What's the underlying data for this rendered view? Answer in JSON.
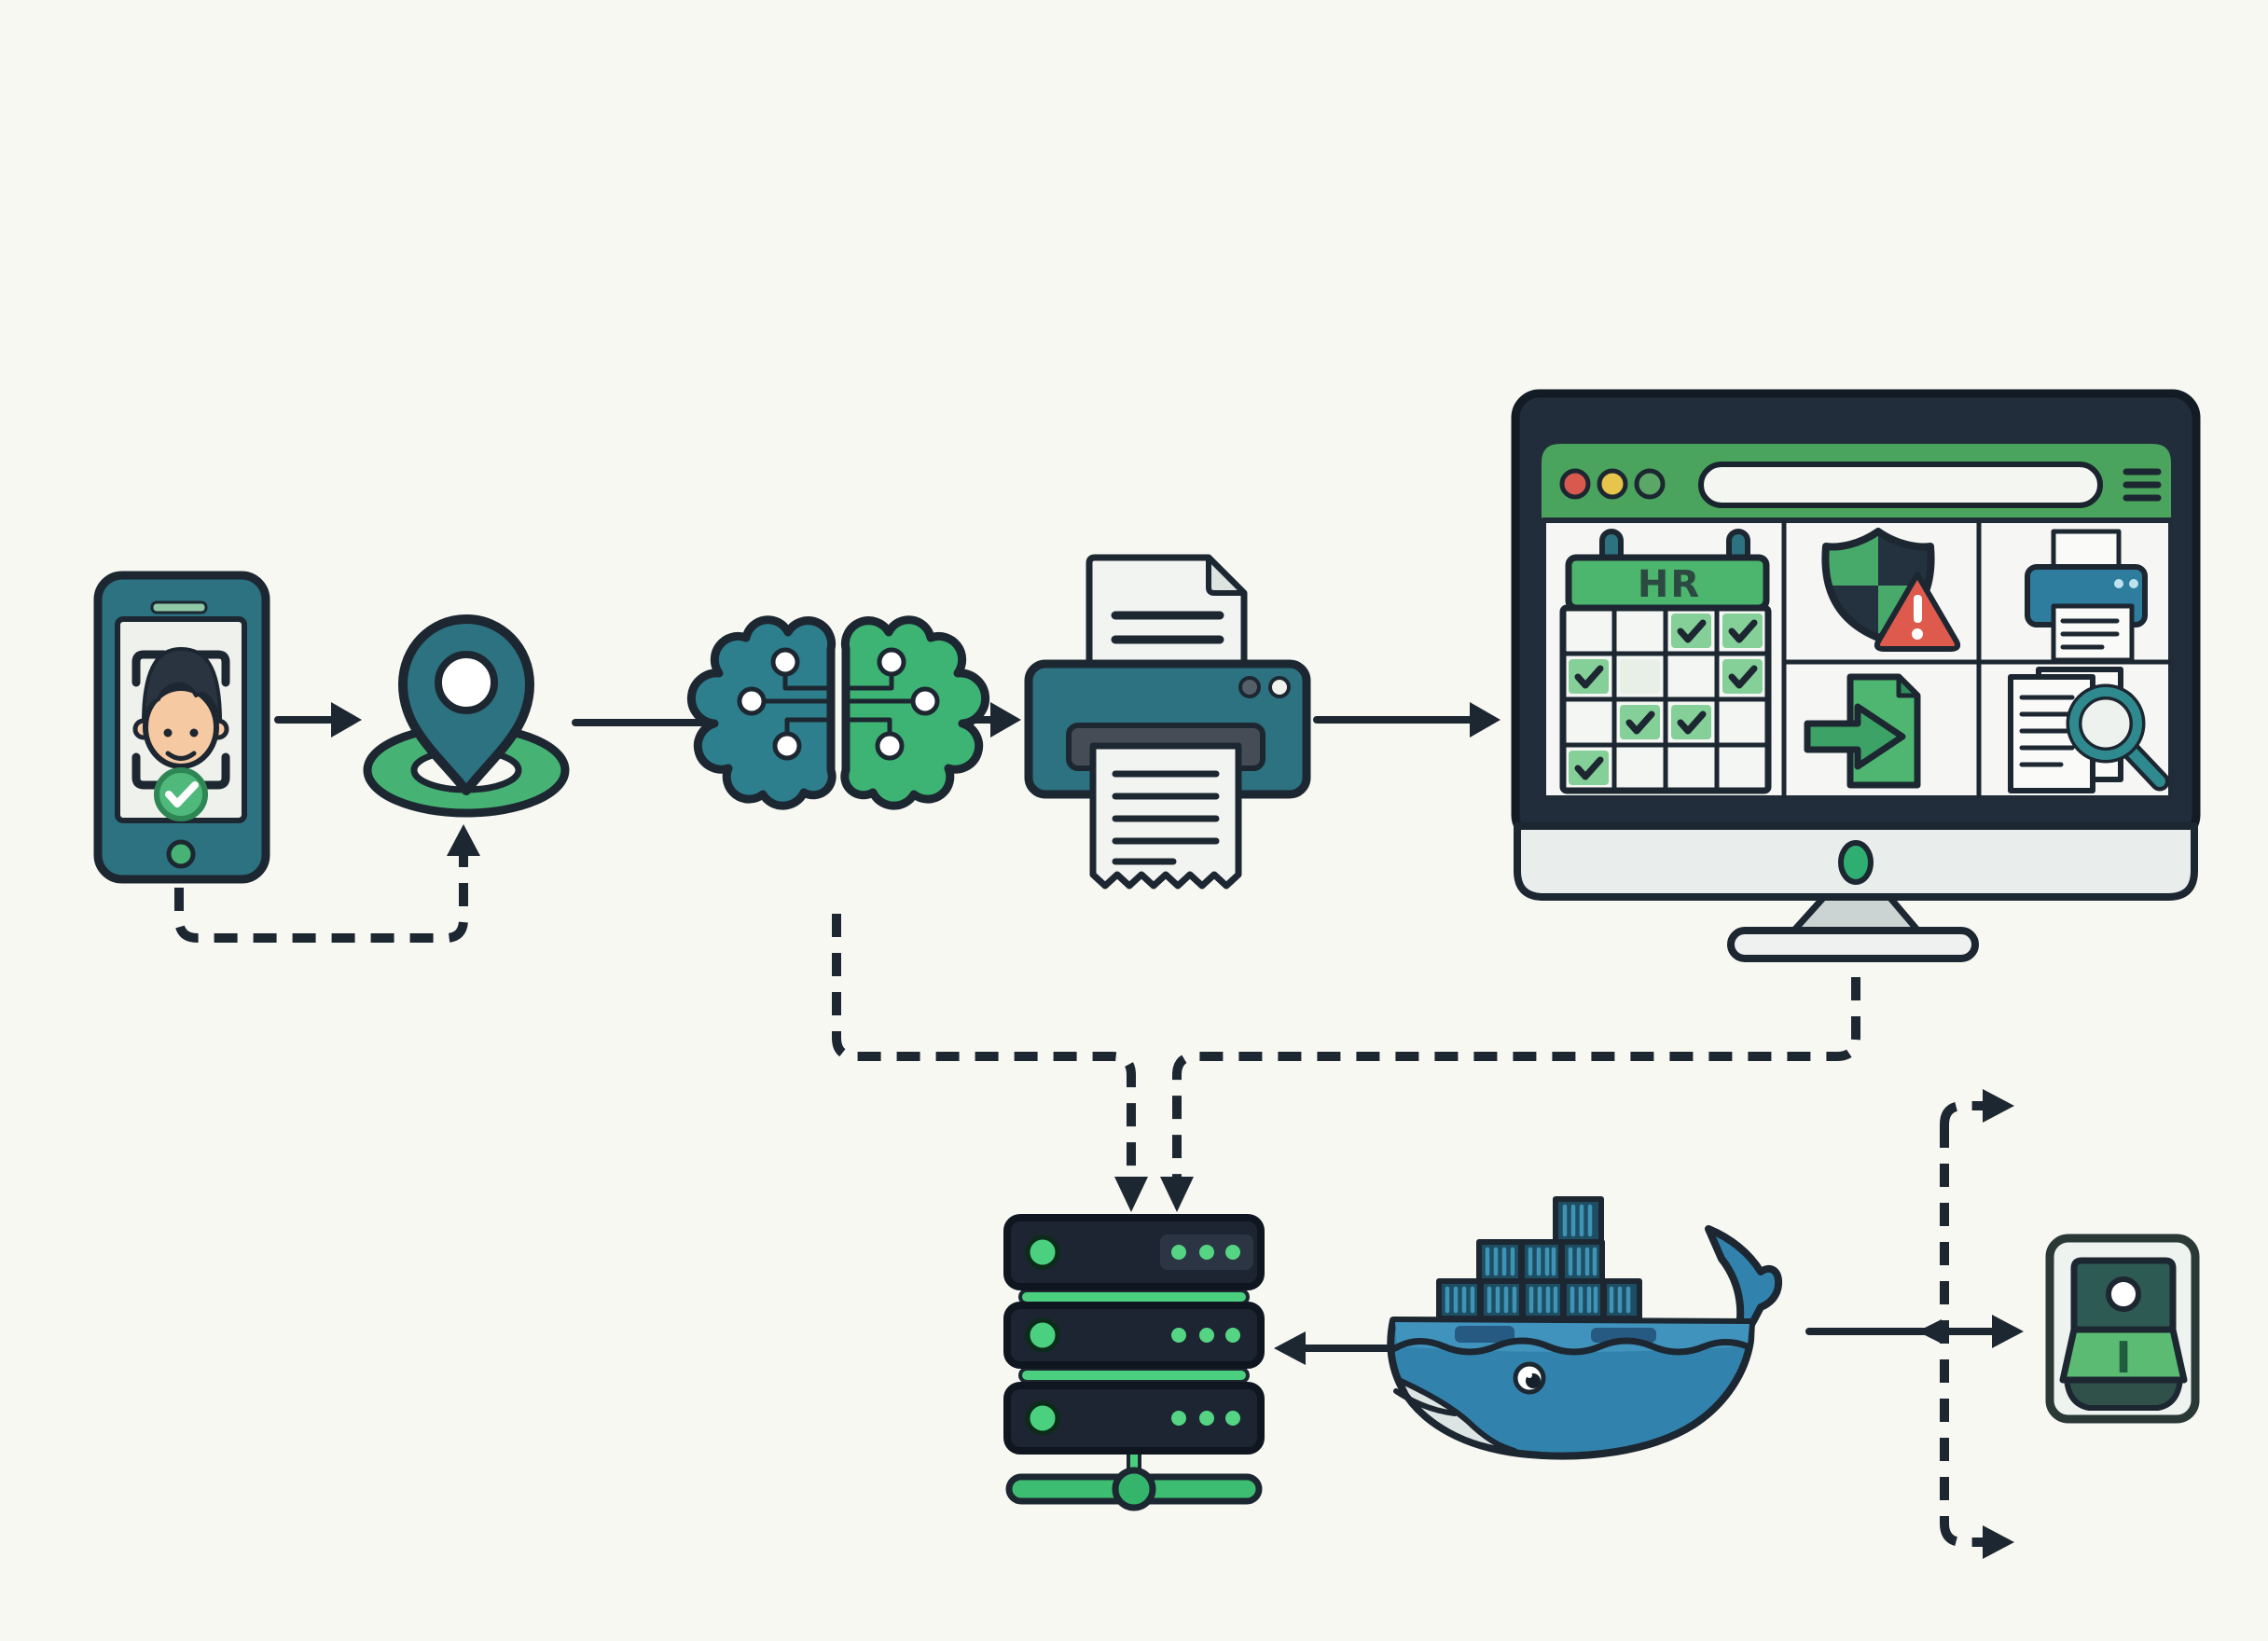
{
  "colors": {
    "background": "#f8f8f2",
    "outline": "#1d2731",
    "teal": "#2c7280",
    "green": "#46b274",
    "green-bright": "#4ad07e",
    "green-soft": "#85cf98",
    "green-dark": "#1e6b40",
    "chrome-green": "#4ba45e",
    "navy": "#222d3b",
    "navy-deep": "#1c2531",
    "whale-blue": "#3183ad",
    "whale-blue-light": "#3f93bd",
    "container-navy": "#1d4e63",
    "container-stripe": "#3f93b5",
    "alert-red": "#dd5a4c",
    "dot-red": "#d85a4e",
    "dot-yellow": "#e7c44c",
    "dot-green": "#5aa768",
    "screen-gray": "#eef1ec",
    "panel-white": "#f6f7f4",
    "chin-gray": "#e9edeb",
    "stand-gray": "#ccd3d3",
    "skin": "#f5c9a2",
    "hair-navy": "#2a3340",
    "blue-printer": "#2e7d9e",
    "switch-top": "#2d5a52",
    "switch-green": "#5bbb72"
  },
  "nodes": {
    "phone": {
      "icon": "smartphone-face-scan-icon"
    },
    "location": {
      "icon": "location-pin-icon"
    },
    "brain": {
      "icon": "ai-brain-circuit-icon"
    },
    "printer": {
      "icon": "printer-receipt-icon"
    },
    "monitor": {
      "icon": "desktop-monitor-icon",
      "dashboard": {
        "calendar_label": "HR",
        "tiles": [
          "hr-calendar",
          "security-shield-alert",
          "printer",
          "document-export",
          "document-search"
        ]
      }
    },
    "server": {
      "icon": "server-rack-network-icon"
    },
    "docker": {
      "icon": "docker-whale-containers-icon"
    },
    "switch": {
      "icon": "power-rocker-switch-icon",
      "state_label": "I"
    }
  },
  "connectors": [
    {
      "from": "phone",
      "to": "location",
      "style": "solid-arrow"
    },
    {
      "from": "location",
      "to": "brain",
      "style": "solid-arrow"
    },
    {
      "from": "brain",
      "to": "printer",
      "style": "solid-arrow"
    },
    {
      "from": "printer",
      "to": "monitor",
      "style": "solid-arrow"
    },
    {
      "from": "phone-bottom",
      "to": "location-bottom",
      "style": "dashed-arrow"
    },
    {
      "from": "brain-bottom",
      "to": "server-top",
      "style": "dashed-arrow"
    },
    {
      "from": "monitor-stand",
      "to": "server-top",
      "style": "dashed-arrow"
    },
    {
      "from": "docker",
      "to": "server",
      "style": "solid-arrow"
    },
    {
      "from": "docker-tail",
      "to": "switch",
      "style": "solid-arrow"
    },
    {
      "from": "docker-switch-line",
      "to": "upper-right",
      "style": "dashed-arrow"
    },
    {
      "from": "docker-switch-line",
      "to": "lower-right",
      "style": "dashed-arrow"
    }
  ]
}
